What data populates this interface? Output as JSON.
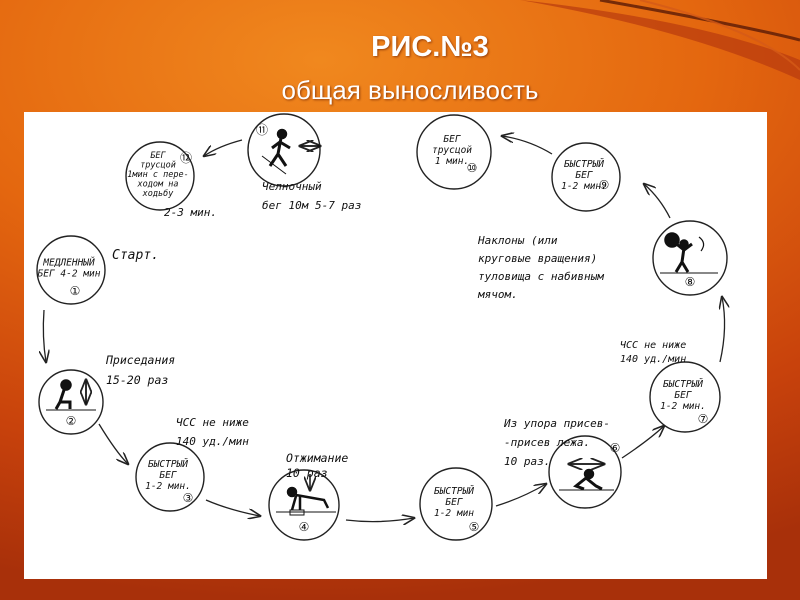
{
  "title": "РИС.№3",
  "subtitle": "общая выносливость",
  "stations": [
    {
      "num": "①",
      "lines": [
        "МЕДЛЕННЫЙ",
        "БЕГ  4-2 мин"
      ]
    },
    {
      "num": "②",
      "lines": []
    },
    {
      "num": "③",
      "lines": [
        "БЫСТРЫЙ",
        "БЕГ",
        "1-2 мин."
      ]
    },
    {
      "num": "④",
      "lines": []
    },
    {
      "num": "⑤",
      "lines": [
        "БЫСТРЫЙ",
        "БЕГ",
        "1-2 мин"
      ]
    },
    {
      "num": "⑥",
      "lines": []
    },
    {
      "num": "⑦",
      "lines": [
        "БЫСТРЫЙ",
        "БЕГ",
        "1-2 мин."
      ]
    },
    {
      "num": "⑧",
      "lines": []
    },
    {
      "num": "⑨",
      "lines": [
        "БЫСТРЫЙ",
        "БЕГ",
        "1-2 мин."
      ]
    },
    {
      "num": "⑩",
      "lines": [
        "БЕГ",
        "трусцой",
        "1 мин."
      ]
    },
    {
      "num": "⑪",
      "lines": []
    },
    {
      "num": "⑫",
      "lines": [
        "БЕГ",
        "трусцой",
        "1мин с пере-",
        "ходом на",
        "ходьбу"
      ]
    }
  ],
  "labels": {
    "start": "Старт.",
    "squats": [
      "Приседания",
      "15-20 раз"
    ],
    "hr1": [
      "ЧСС не ниже",
      "140 уд./мин"
    ],
    "pushups": [
      "Отжимание",
      "10 раз"
    ],
    "burpees": [
      "Из упора присев-",
      "-присев лежа.",
      "10 раз."
    ],
    "hr2": [
      "ЧСС не ниже",
      "140 уд./мин"
    ],
    "bends": [
      "Наклоны (или",
      "круговые вращения)",
      "туловища  с набивным",
      "мячом."
    ],
    "shuttle": [
      "Челночный",
      "бег  10м  5-7 раз"
    ],
    "walk": "2-3 мин."
  }
}
